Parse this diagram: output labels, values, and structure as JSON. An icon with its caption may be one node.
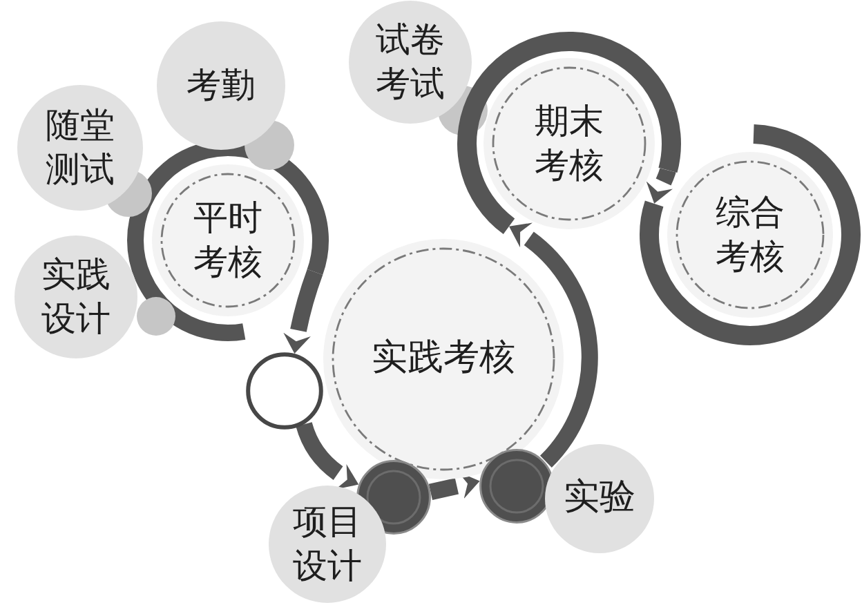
{
  "diagram": {
    "nodes": [
      {
        "text": [
          "平时考核"
        ]
      },
      {
        "text": [
          "考勤"
        ]
      },
      {
        "text": [
          "随堂测试"
        ]
      },
      {
        "text": [
          "实践设计"
        ]
      },
      {
        "text": [
          "实践考核"
        ]
      },
      {
        "text": [],
        "shape": "circle"
      },
      {
        "text": [],
        "shape": "circle"
      },
      {
        "text": [],
        "shape": "circle"
      },
      {
        "text": [
          "项目设计"
        ]
      },
      {
        "text": [
          "实验"
        ]
      },
      {
        "text": [
          "期末考核"
        ]
      },
      {
        "text": [
          "试卷考试"
        ]
      },
      {
        "text": [
          "综合考核"
        ]
      }
    ],
    "edges": [
      {
        "from": 0,
        "to": 5,
        "arrow": "to"
      },
      {
        "from": 5,
        "to": 6,
        "arrow": "to"
      },
      {
        "from": 6,
        "to": 7,
        "arrow": "to"
      },
      {
        "from": 7,
        "to": 10,
        "arrow": "to"
      },
      {
        "from": 10,
        "to": 12,
        "arrow": "to"
      }
    ]
  }
}
